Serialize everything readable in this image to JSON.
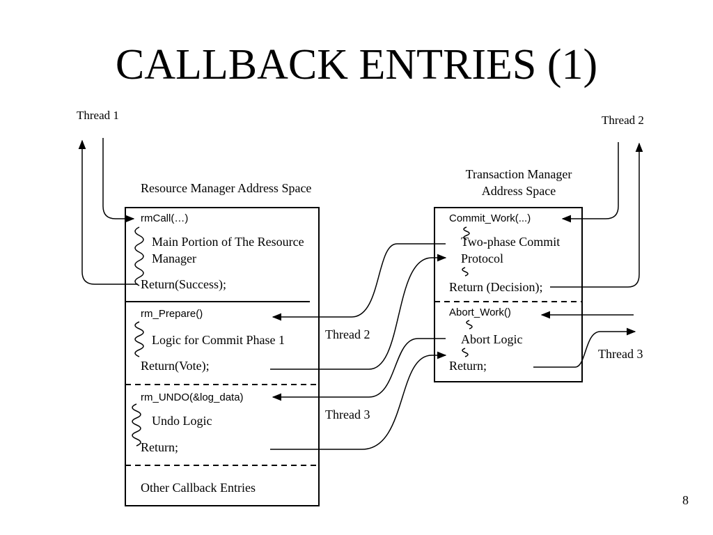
{
  "slide": {
    "title": "CALLBACK ENTRIES (1)",
    "page_number": "8"
  },
  "threads": {
    "thread1": "Thread 1",
    "thread2_top": "Thread 2",
    "thread2_mid": "Thread 2",
    "thread3_mid": "Thread 3",
    "thread3_right": "Thread 3"
  },
  "rm": {
    "heading": "Resource Manager Address Space",
    "rmcall": "rmCall(…)",
    "main_portion_1": "Main Portion of The Resource",
    "main_portion_2": "Manager",
    "return_success": "Return(Success);",
    "rm_prepare": "rm_Prepare()",
    "logic_phase1": "Logic for Commit Phase 1",
    "return_vote": "Return(Vote);",
    "rm_undo": "rm_UNDO(&log_data)",
    "undo_logic": "Undo Logic",
    "return_plain": "Return;",
    "other_entries": "Other Callback Entries"
  },
  "tm": {
    "heading_1": "Transaction Manager",
    "heading_2": "Address Space",
    "commit_work": "Commit_Work(...)",
    "two_phase_1": "Two-phase Commit",
    "two_phase_2": "Protocol",
    "return_decision": "Return (Decision);",
    "abort_work": "Abort_Work()",
    "abort_logic": "Abort Logic",
    "return_plain": "Return;"
  }
}
